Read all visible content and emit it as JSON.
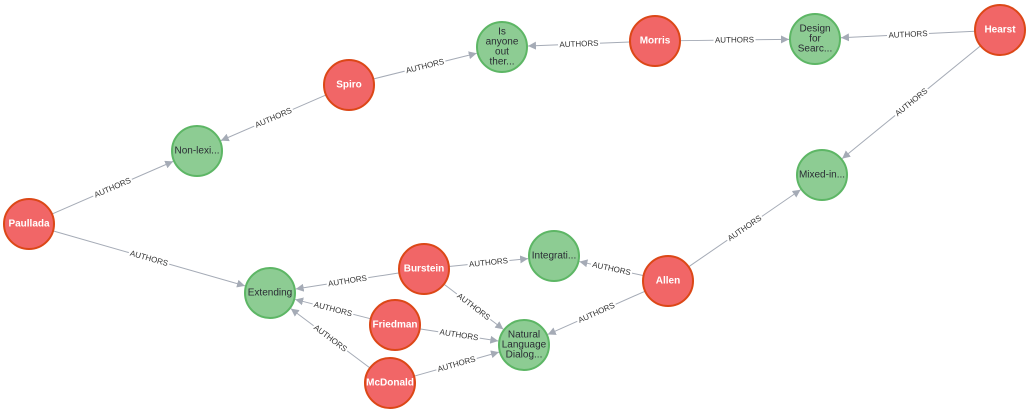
{
  "graph": {
    "relationship_type": "AUTHORS",
    "colors": {
      "person_fill": "#f16667",
      "person_stroke": "#dc4717",
      "paper_fill": "#8dcc93",
      "paper_stroke": "#5db665",
      "edge": "#a5abb6"
    },
    "nodes": [
      {
        "id": "paullada",
        "kind": "person",
        "lines": [
          "Paullada"
        ]
      },
      {
        "id": "spiro",
        "kind": "person",
        "lines": [
          "Spiro"
        ]
      },
      {
        "id": "morris",
        "kind": "person",
        "lines": [
          "Morris"
        ]
      },
      {
        "id": "hearst",
        "kind": "person",
        "lines": [
          "Hearst"
        ]
      },
      {
        "id": "burstein",
        "kind": "person",
        "lines": [
          "Burstein"
        ]
      },
      {
        "id": "friedman",
        "kind": "person",
        "lines": [
          "Friedman"
        ]
      },
      {
        "id": "mcdonald",
        "kind": "person",
        "lines": [
          "McDonald"
        ]
      },
      {
        "id": "allen",
        "kind": "person",
        "lines": [
          "Allen"
        ]
      },
      {
        "id": "non-lexi",
        "kind": "paper",
        "lines": [
          "Non-lexi..."
        ]
      },
      {
        "id": "is-anyone",
        "kind": "paper",
        "lines": [
          "Is",
          "anyone",
          "out",
          "ther..."
        ]
      },
      {
        "id": "design-for",
        "kind": "paper",
        "lines": [
          "Design",
          "for",
          "Searc..."
        ]
      },
      {
        "id": "mixed-in",
        "kind": "paper",
        "lines": [
          "Mixed-in..."
        ]
      },
      {
        "id": "extending",
        "kind": "paper",
        "lines": [
          "Extending"
        ]
      },
      {
        "id": "integrati",
        "kind": "paper",
        "lines": [
          "Integrati..."
        ]
      },
      {
        "id": "natural-language",
        "kind": "paper",
        "lines": [
          "Natural",
          "Language",
          "Dialog..."
        ]
      }
    ],
    "edges": [
      {
        "from": "paullada",
        "to": "non-lexi",
        "label": "AUTHORS"
      },
      {
        "from": "paullada",
        "to": "extending",
        "label": "AUTHORS"
      },
      {
        "from": "spiro",
        "to": "non-lexi",
        "label": "AUTHORS"
      },
      {
        "from": "spiro",
        "to": "is-anyone",
        "label": "AUTHORS"
      },
      {
        "from": "morris",
        "to": "is-anyone",
        "label": "AUTHORS"
      },
      {
        "from": "morris",
        "to": "design-for",
        "label": "AUTHORS"
      },
      {
        "from": "hearst",
        "to": "design-for",
        "label": "AUTHORS"
      },
      {
        "from": "hearst",
        "to": "mixed-in",
        "label": "AUTHORS"
      },
      {
        "from": "allen",
        "to": "mixed-in",
        "label": "AUTHORS"
      },
      {
        "from": "allen",
        "to": "integrati",
        "label": "AUTHORS"
      },
      {
        "from": "allen",
        "to": "natural-language",
        "label": "AUTHORS"
      },
      {
        "from": "burstein",
        "to": "integrati",
        "label": "AUTHORS"
      },
      {
        "from": "burstein",
        "to": "extending",
        "label": "AUTHORS"
      },
      {
        "from": "burstein",
        "to": "natural-language",
        "label": "AUTHORS"
      },
      {
        "from": "friedman",
        "to": "extending",
        "label": "AUTHORS"
      },
      {
        "from": "friedman",
        "to": "natural-language",
        "label": "AUTHORS"
      },
      {
        "from": "mcdonald",
        "to": "extending",
        "label": "AUTHORS"
      },
      {
        "from": "mcdonald",
        "to": "natural-language",
        "label": "AUTHORS"
      }
    ]
  }
}
